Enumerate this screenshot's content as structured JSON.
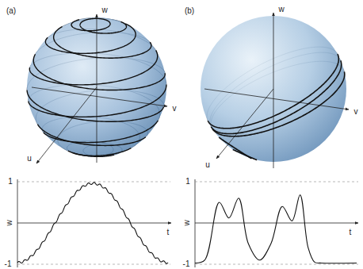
{
  "diagram": {
    "labels": [
      "(a)",
      "w",
      "v",
      "u",
      "1",
      "w",
      "t",
      "-1",
      "(b)",
      "w",
      "v",
      "u",
      "1",
      "w",
      "t",
      "-1"
    ]
  }
}
